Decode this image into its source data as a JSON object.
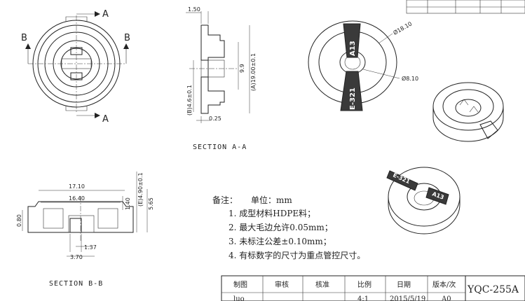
{
  "views": {
    "front": {
      "cut_a_label": "A",
      "cut_b_label": "B"
    },
    "section_aa": {
      "title": "SECTION A-A",
      "dims": [
        "1.50",
        "9.9",
        "(A)19.00±0.1",
        "(B)4.6±0.1",
        "0.25"
      ]
    },
    "iso_top": {
      "outer_dia": "Ø18.10",
      "inner_dia": "Ø8.10",
      "tag_top": "A13",
      "tag_bottom": "E-321"
    },
    "iso_small": {
      "tag_left": "E-321",
      "tag_right": "A13"
    },
    "section_bb": {
      "title": "SECTION B-B",
      "dims": [
        "17.10",
        "16.40",
        "0.80",
        "1.40",
        "(E)4.90±0.1",
        "5.65",
        "1.37",
        "3.70"
      ]
    }
  },
  "notes": {
    "header": "备注：",
    "unit": "单位：mm",
    "items": [
      "1. 成型材料HDPE料；",
      "2. 最大毛边允许0.05mm；",
      "3. 未标注公差±0.10mm；",
      "4. 有标数字的尺寸为重点管控尺寸。"
    ]
  },
  "title_block": {
    "headers": [
      "制图",
      "审核",
      "核准",
      "比例",
      "日期",
      "版本/次"
    ],
    "values": [
      "luo",
      "",
      "",
      "4:1",
      "2015/5/19",
      "A0"
    ],
    "drawing_no": "YQC-255A"
  }
}
